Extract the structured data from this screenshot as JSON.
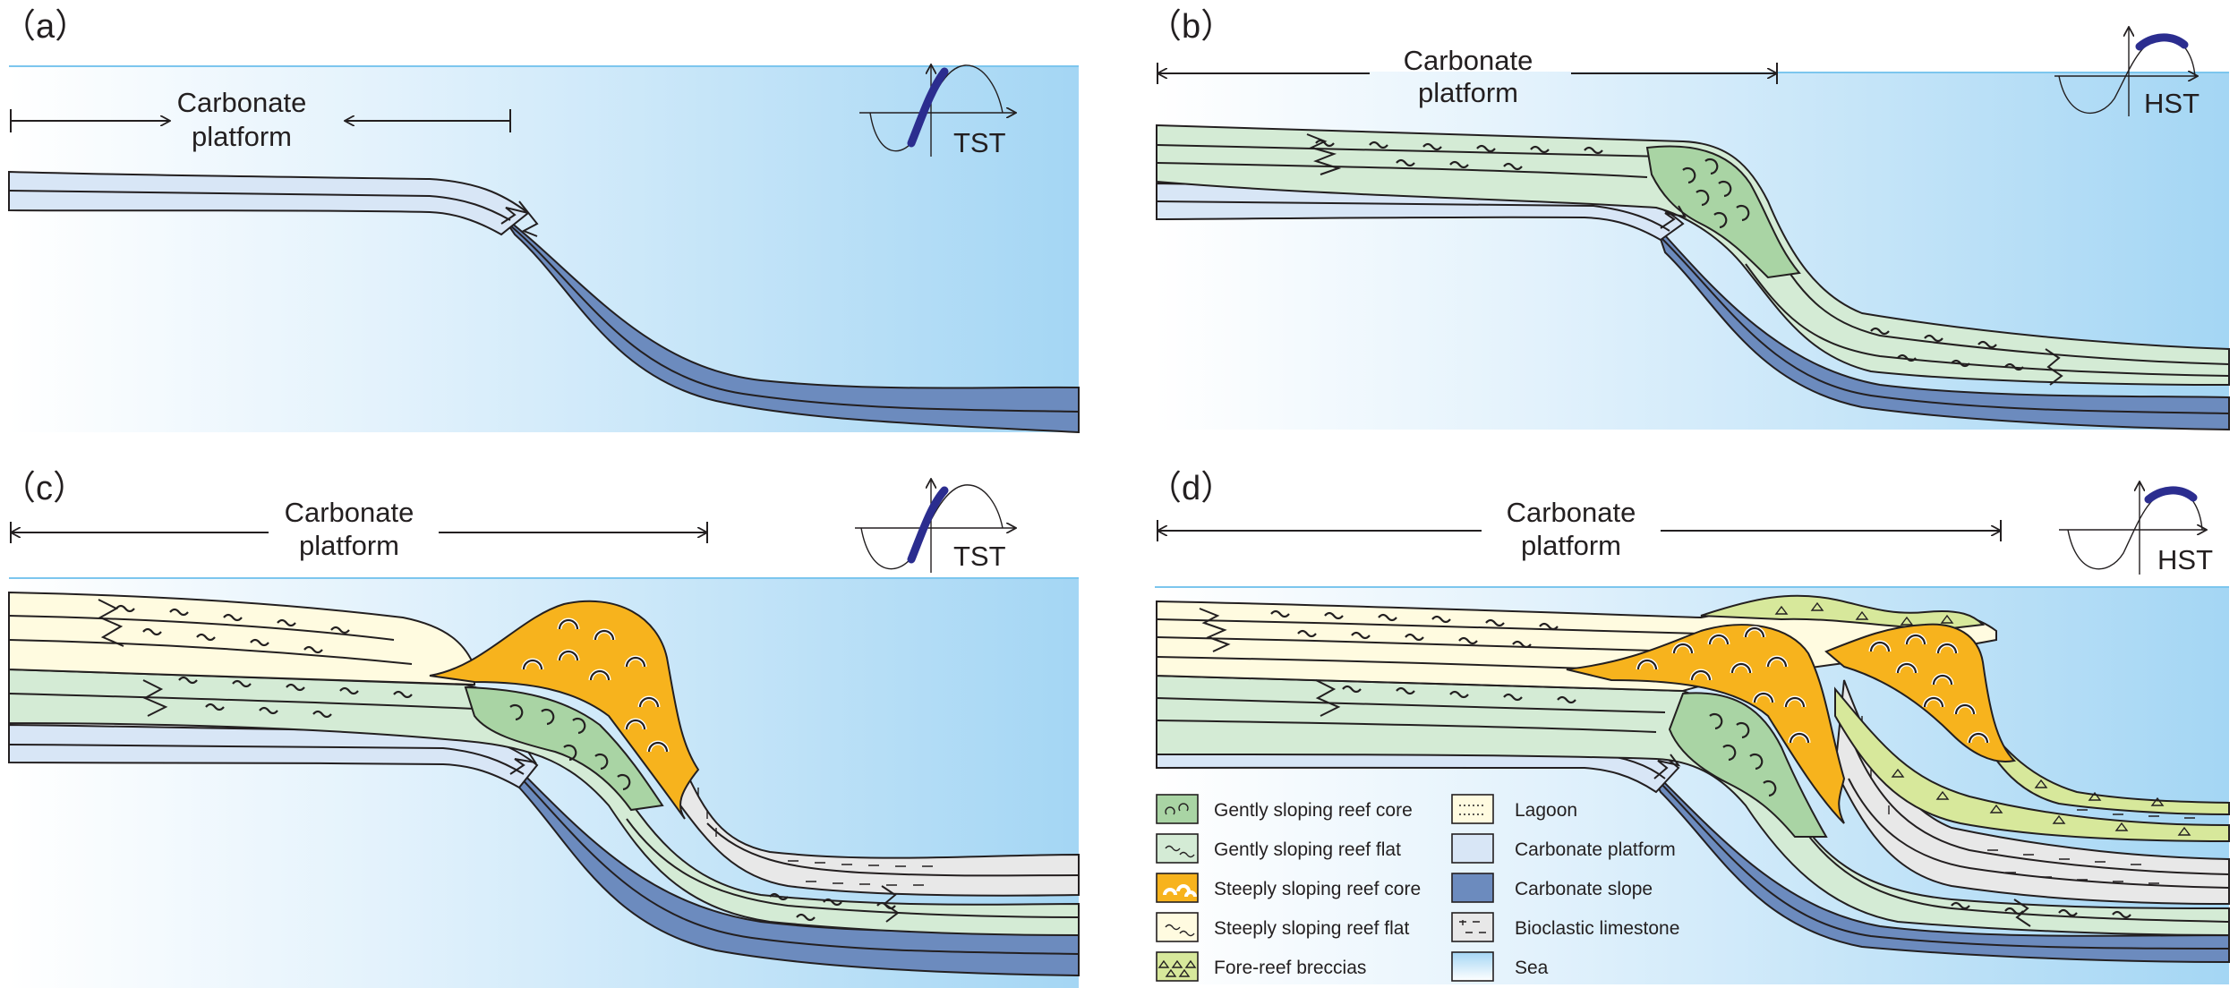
{
  "panels": [
    {
      "id": "a",
      "label": "（a）",
      "platform_label": [
        "Carbonate",
        "platform"
      ],
      "systems_tract": "TST"
    },
    {
      "id": "b",
      "label": "（b）",
      "platform_label": [
        "Carbonate",
        "platform"
      ],
      "systems_tract": "HST"
    },
    {
      "id": "c",
      "label": "（c）",
      "platform_label": [
        "Carbonate",
        "platform"
      ],
      "systems_tract": "TST"
    },
    {
      "id": "d",
      "label": "（d）",
      "platform_label": [
        "Carbonate",
        "platform"
      ],
      "systems_tract": "HST"
    }
  ],
  "legend": [
    {
      "label": "Gently sloping reef core",
      "color": "#a9d4a4",
      "icon": "arch-symbol"
    },
    {
      "label": "Gently sloping reef flat",
      "color": "#d4ebd5",
      "icon": "tilde-symbol"
    },
    {
      "label": "Steeply sloping reef core",
      "color": "#f7b31d",
      "icon": "white-arch-symbol"
    },
    {
      "label": "Steeply sloping reef flat",
      "color": "#fffbe0",
      "icon": "tilde-symbol"
    },
    {
      "label": "Fore-reef breccias",
      "color": "#d7e89b",
      "icon": "triangle-symbol"
    },
    {
      "label": "Lagoon",
      "color": "#fffbe0",
      "icon": "dotted-dash-symbol"
    },
    {
      "label": "Carbonate platform",
      "color": "#d8e6f6",
      "icon": "none"
    },
    {
      "label": "Carbonate slope",
      "color": "#6c8bbe",
      "icon": "none"
    },
    {
      "label": "Bioclastic limestone",
      "color": "#e8e8e8",
      "icon": "dash-symbol"
    },
    {
      "label": "Sea",
      "color": "#a4d6f4",
      "icon": "sea-gradient"
    }
  ],
  "colors": {
    "sea_light": "#ffffff",
    "sea_dark": "#a4d6f4",
    "sea_line": "#7cc6ee",
    "platform": "#d8e6f6",
    "slope": "#6c8bbe",
    "gentle_core": "#a9d4a4",
    "gentle_flat": "#d4ebd5",
    "steep_core": "#f7b31d",
    "steep_flat": "#fffbe0",
    "bioclastic": "#e8e8e8",
    "breccia": "#d7e89b",
    "sea_level_curve": "#2b2d8f"
  }
}
